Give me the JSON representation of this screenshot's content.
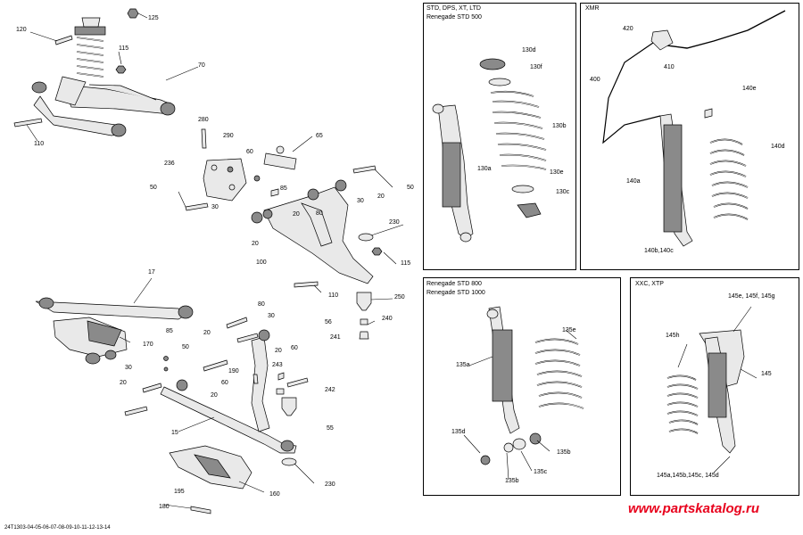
{
  "panels": {
    "std": {
      "title_line1": "STD, DPS, XT, LTD",
      "title_line2": "Renegade STD 500"
    },
    "xmr": {
      "title_line1": "XMR"
    },
    "renegade": {
      "title_line1": "Renegade STD 800",
      "title_line2": "Renegade STD 1000"
    },
    "xxc": {
      "title_line1": "XXC, XTP"
    }
  },
  "callouts": {
    "c120": "120",
    "c125": "125",
    "c115a": "115",
    "c70": "70",
    "c110a": "110",
    "c280": "280",
    "c290": "290",
    "c65": "65",
    "c236": "236",
    "c60a": "60",
    "c50a": "50",
    "c85a": "85",
    "c30a": "30",
    "c20a": "20",
    "c80a": "80",
    "c20b": "20",
    "c30b": "30",
    "c20c": "20",
    "c50b": "50",
    "c230a": "230",
    "c100": "100",
    "c115b": "115",
    "c110b": "110",
    "c250": "250",
    "c56": "56",
    "c240": "240",
    "c241": "241",
    "c17": "17",
    "c170": "170",
    "c85b": "85",
    "c50c": "50",
    "c30c": "30",
    "c20d": "20",
    "c60b": "60",
    "c20e": "20",
    "c80b": "80",
    "c30d": "30",
    "c20f": "20",
    "c60c": "60",
    "c20g": "20",
    "c190": "190",
    "c243": "243",
    "c242": "242",
    "c55": "55",
    "c15": "15",
    "c230b": "230",
    "c160": "160",
    "c195": "195",
    "c180": "180",
    "c130d": "130d",
    "c130f": "130f",
    "c130b": "130b",
    "c130a": "130a",
    "c130e": "130e",
    "c130c": "130c",
    "c420": "420",
    "c410": "410",
    "c400": "400",
    "c140e": "140e",
    "c140d": "140d",
    "c140a": "140a",
    "c140b": "140b,140c",
    "c135a": "135a",
    "c135e": "135e",
    "c135d": "135d",
    "c135b1": "135b",
    "c135c": "135c",
    "c135b2": "135b",
    "c145efg": "145e, 145f, 145g",
    "c145h": "145h",
    "c145": "145",
    "c145abcd": "145a,145b,145c, 145d"
  },
  "footer": {
    "code": "24T1303-04-05-06-07-08-09-10-11-12-13-14"
  },
  "watermark": {
    "text": "www.partskatalog.ru",
    "color": "#e8001c"
  }
}
